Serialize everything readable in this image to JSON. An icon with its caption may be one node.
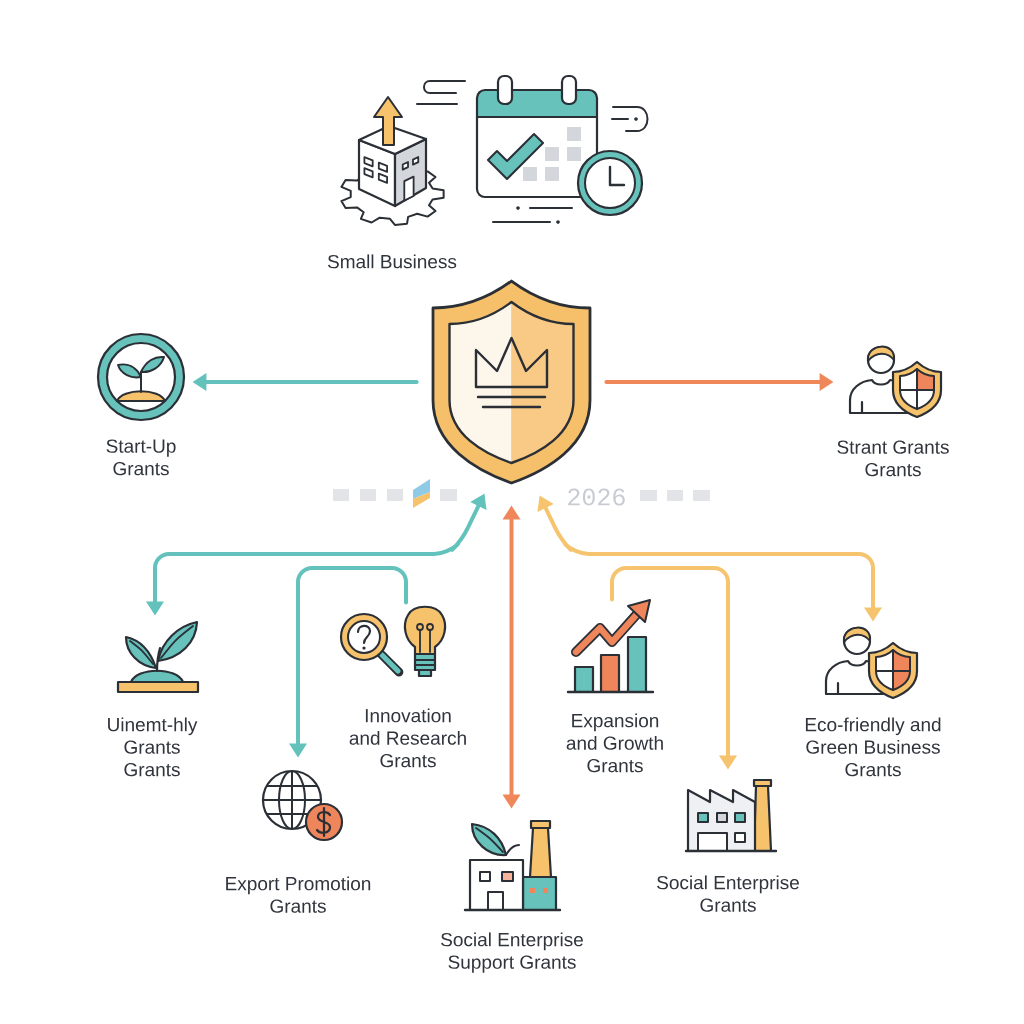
{
  "diagram": {
    "nodes": [
      {
        "text": [
          "Small Business"
        ]
      },
      {
        "text": [],
        "shape": "shield"
      },
      {
        "text": [
          "Start-Up Grants"
        ]
      },
      {
        "text": [
          "Strant Grants Grants"
        ]
      },
      {
        "text": [
          "Uinemt-hly Grants Grants"
        ]
      },
      {
        "text": [
          "Innovation and Research Grants"
        ]
      },
      {
        "text": [
          "Expansion and Growth Grants"
        ]
      },
      {
        "text": [
          "Eco-friendly and Green Business Grants"
        ]
      },
      {
        "text": [
          "Export Promotion Grants"
        ]
      },
      {
        "text": [
          "Social Enterprise Grants"
        ]
      },
      {
        "text": [
          "Social Enterprise Support Grants"
        ]
      }
    ],
    "edges": [
      {
        "from": 1,
        "to": 2,
        "arrow": "to"
      },
      {
        "from": 1,
        "to": 3,
        "arrow": "to",
        "color": "#f0875a"
      },
      {
        "from": 1,
        "to": 4,
        "arrow": "both"
      },
      {
        "from": 1,
        "to": 10,
        "arrow": "both",
        "color": "#f0875a"
      },
      {
        "from": 1,
        "to": 7,
        "arrow": "both",
        "color": "#f6c46f"
      },
      {
        "from": 5,
        "to": 8,
        "arrow": "to"
      },
      {
        "from": 6,
        "to": 9,
        "arrow": "to",
        "color": "#f6c46f"
      }
    ],
    "labels": [
      "2026"
    ]
  }
}
